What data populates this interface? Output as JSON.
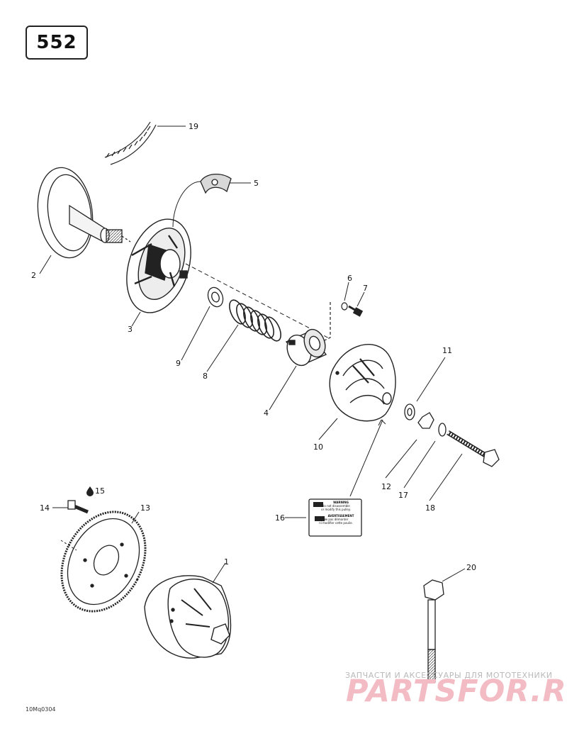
{
  "page_number": "552",
  "drawing_code": "10Mq0304",
  "watermark": {
    "line1": "ЗАПЧАСТИ И АКСЕССУАРЫ ДЛЯ МОТОТЕХНИКИ",
    "line2": "PARTSFOR.RU"
  },
  "warning_label": {
    "heading1": "WARNING",
    "line1": "Do not disassemble",
    "line2": "or modify this pulley.",
    "heading2": "AVERTISSEMENT",
    "line3": "Ne pas démonter",
    "line4": "ni modifier cette poulie."
  },
  "callouts": [
    "1",
    "2",
    "3",
    "4",
    "5",
    "6",
    "7",
    "8",
    "9",
    "10",
    "11",
    "12",
    "13",
    "14",
    "15",
    "16",
    "17",
    "18",
    "19",
    "20"
  ],
  "icons": [
    "oil-drop-icon"
  ]
}
